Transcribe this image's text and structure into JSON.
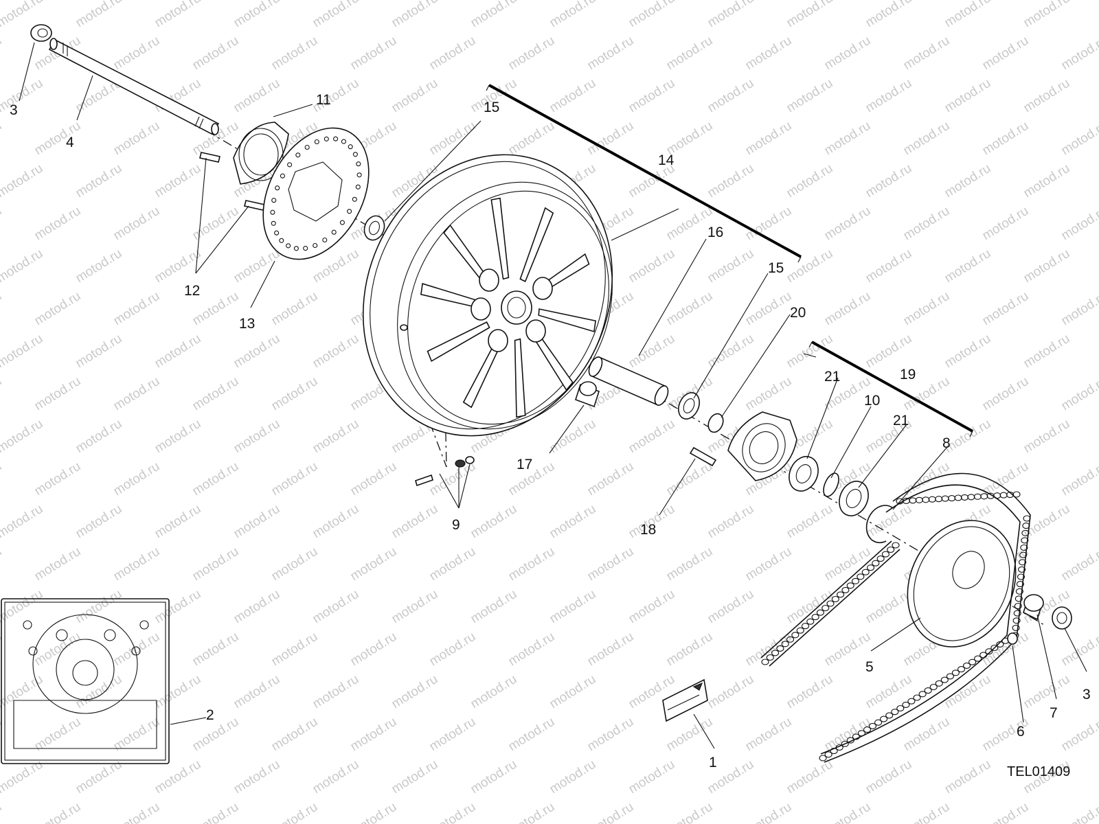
{
  "diagram": {
    "watermark": "motod.ru",
    "code": "TEL01409",
    "callouts": [
      {
        "id": "c1",
        "label": "1"
      },
      {
        "id": "c2",
        "label": "2"
      },
      {
        "id": "c3a",
        "label": "3"
      },
      {
        "id": "c3b",
        "label": "3"
      },
      {
        "id": "c4",
        "label": "4"
      },
      {
        "id": "c5",
        "label": "5"
      },
      {
        "id": "c6",
        "label": "6"
      },
      {
        "id": "c7",
        "label": "7"
      },
      {
        "id": "c8",
        "label": "8"
      },
      {
        "id": "c9",
        "label": "9"
      },
      {
        "id": "c10",
        "label": "10"
      },
      {
        "id": "c11",
        "label": "11"
      },
      {
        "id": "c12",
        "label": "12"
      },
      {
        "id": "c13",
        "label": "13"
      },
      {
        "id": "c14",
        "label": "14"
      },
      {
        "id": "c15a",
        "label": "15"
      },
      {
        "id": "c15b",
        "label": "15"
      },
      {
        "id": "c16",
        "label": "16"
      },
      {
        "id": "c17",
        "label": "17"
      },
      {
        "id": "c18",
        "label": "18"
      },
      {
        "id": "c19",
        "label": "19"
      },
      {
        "id": "c20",
        "label": "20"
      },
      {
        "id": "c21a",
        "label": "21"
      },
      {
        "id": "c21b",
        "label": "21"
      }
    ]
  }
}
